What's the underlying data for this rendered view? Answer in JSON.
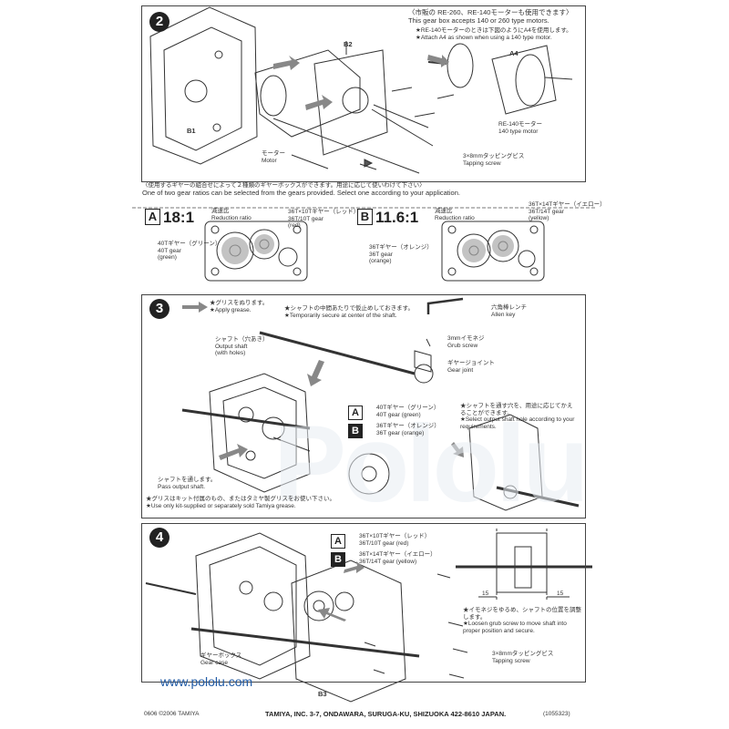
{
  "step2": {
    "number": "2",
    "note_jp": "〈市販の RE-260、RE-140モーターも使用できます〉",
    "note_en": "This gear box accepts 140 or 260 type motors.",
    "note2_jp": "★RE-140モーターのときは下図のようにA4を使用します。",
    "note2_en": "★Attach A4 as shown when using a 140 type motor.",
    "label_b2": "B2",
    "label_b1": "B1",
    "label_a4": "A4",
    "motor_jp": "モーター",
    "motor_en": "Motor",
    "re140_jp": "RE-140モーター",
    "re140_en": "140 type motor",
    "screw_jp": "3×8mmタッピングビス",
    "screw_en": "Tapping screw"
  },
  "ratio_section": {
    "intro_jp": "〈使用するギヤーの組合せによって２種類のギヤーボックスができます。用途に応じて使いわけて下さい〉",
    "intro_en": "One of two gear ratios can be selected from the gears provided. Select one according to your application.",
    "a": {
      "letter": "A",
      "ratio": "18:1",
      "label_jp": "減速比",
      "label_en": "Reduction ratio",
      "gear1_jp": "36T×10Tギヤー（レッド）",
      "gear1_en": "36T/10T gear",
      "gear1_color": "(red)",
      "gear2_jp": "40Tギヤー（グリーン）",
      "gear2_en": "40T gear",
      "gear2_color": "(green)"
    },
    "b": {
      "letter": "B",
      "ratio": "11.6:1",
      "label_jp": "減速比",
      "label_en": "Reduction ratio",
      "gear1_jp": "36T×14Tギヤー（イエロー）",
      "gear1_en": "36T/14T gear",
      "gear1_color": "(yellow)",
      "gear2_jp": "36Tギヤー（オレンジ）",
      "gear2_en": "36T gear",
      "gear2_color": "(orange)"
    }
  },
  "step3": {
    "number": "3",
    "grease_jp": "★グリスをぬります。",
    "grease_en": "★Apply grease.",
    "temp_jp": "★シャフトの中間あたりで仮止めしておきます。",
    "temp_en": "★Temporarily secure at center of the shaft.",
    "allen_jp": "六角棒レンチ",
    "allen_en": "Allen key",
    "grub_jp": "3mmイモネジ",
    "grub_en": "Grub screw",
    "joint_jp": "ギヤージョイント",
    "joint_en": "Gear joint",
    "output_jp": "シャフト（穴あき）",
    "output_en": "Output shaft",
    "output_en2": "(with holes)",
    "gearA_letter": "A",
    "gearA_jp": "40Tギヤー（グリーン）",
    "gearA_en": "40T gear (green)",
    "gearB_letter": "B",
    "gearB_jp": "36Tギヤー（オレンジ）",
    "gearB_en": "36T gear (orange)",
    "select_jp": "★シャフトを通す穴を、用途に応じてかえることができます。",
    "select_en": "★Select output shaft hole according to your requirements.",
    "pass_jp": "シャフトを通します。",
    "pass_en": "Pass output shaft.",
    "grease2_jp": "★グリスはキット付属のもの、またはタミヤ製グリスをお使い下さい。",
    "grease2_en": "★Use only kit-supplied or separately sold Tamiya grease."
  },
  "step4": {
    "number": "4",
    "a_letter": "A",
    "a_jp": "36T×10Tギヤー（レッド）",
    "a_en": "36T/10T gear (red)",
    "b_letter": "B",
    "b_jp": "36T×14Tギヤー（イエロー）",
    "b_en": "36T/14T gear (yellow)",
    "dim_left": "15",
    "dim_right": "15",
    "loosen_jp": "★イモネジをゆるめ、シャフトの位置を調整します。",
    "loosen_en": "★Loosen grub screw to move shaft into proper position and secure.",
    "case_jp": "ギヤーボックス",
    "case_en": "Gear case",
    "screw_jp": "3×8mmタッピングビス",
    "screw_en": "Tapping screw",
    "label_b3": "B3"
  },
  "watermark": "Pololu",
  "footer": {
    "url": "www.pololu.com",
    "copyright": "0606 ©2006 TAMIYA",
    "address": "TAMIYA, INC. 3-7, ONDAWARA, SURUGA-KU, SHIZUOKA 422-8610 JAPAN.",
    "code": "(1055323)"
  }
}
